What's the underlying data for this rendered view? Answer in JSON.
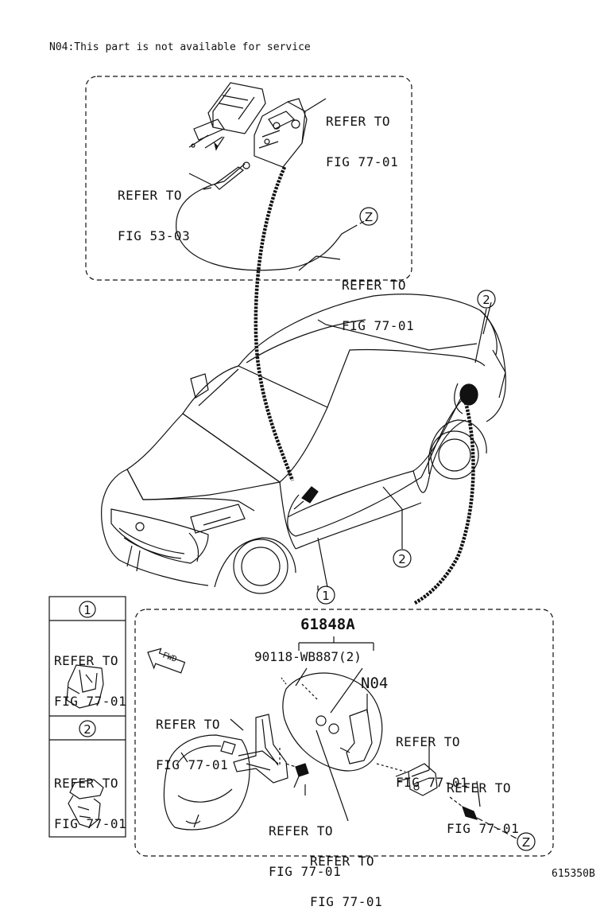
{
  "note": "N04:This part is not available for service",
  "callouts": {
    "top_right": [
      "REFER TO",
      "FIG 77-01"
    ],
    "top_left": [
      "REFER TO",
      "FIG 53-03"
    ],
    "top_cable": [
      "REFER TO",
      "FIG 77-01"
    ],
    "legend_1": [
      "REFER TO",
      "FIG 77-01"
    ],
    "legend_2": [
      "REFER TO",
      "FIG 77-01"
    ],
    "lid_left": [
      "REFER TO",
      "FIG 77-01"
    ],
    "actuator": [
      "REFER TO",
      "FIG 77-01"
    ],
    "cable_end": [
      "REFER TO",
      "FIG 77-01"
    ],
    "screw": [
      "REFER TO",
      "FIG 77-01"
    ],
    "bottom": [
      "REFER TO",
      "FIG 77-01"
    ]
  },
  "part_numbers": {
    "lid_assembly": "61848A",
    "screw": "90118-WB887(2)",
    "not_serviceable": "N04"
  },
  "markers": {
    "clip_1": "1",
    "clip_2": "2",
    "connector_z": "Z"
  },
  "fwd_label": "FWD",
  "figure_code": "615350B"
}
